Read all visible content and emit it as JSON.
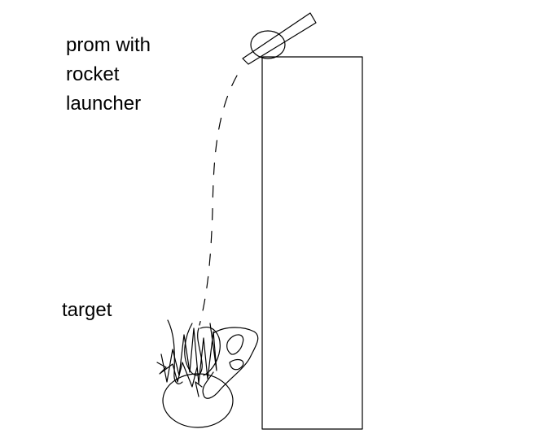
{
  "labels": {
    "prom_line1": "prom with",
    "prom_line2": "rocket",
    "prom_line3": "launcher",
    "target": "target"
  },
  "colors": {
    "background": "#ffffff",
    "ink": "#000000"
  },
  "icons": {
    "launcher": "rocket-launcher-icon",
    "figure": "prom-figure-head-icon",
    "explosion": "explosion-scribble-icon"
  }
}
